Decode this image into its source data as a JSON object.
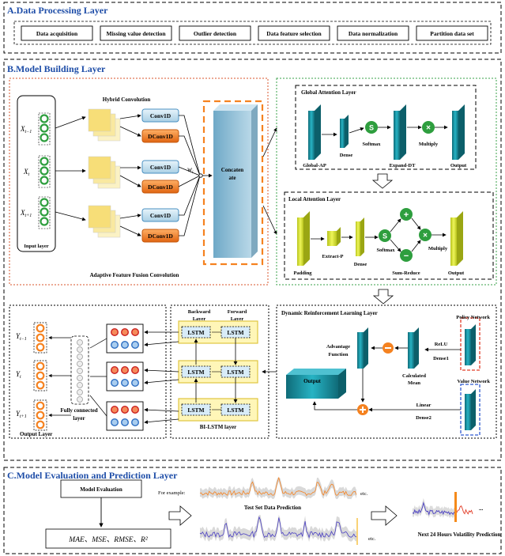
{
  "sectionA": {
    "title": "A.Data Processing Layer",
    "steps": [
      "Data acquisition",
      "Missing value detection",
      "Outlier detection",
      "Data feature selection",
      "Data normalization",
      "Partition data set"
    ]
  },
  "sectionB": {
    "title": "B.Model Building Layer",
    "input_layer": "Input layer",
    "inputs": [
      "X_{t-1}",
      "X_t",
      "X_{t+1}"
    ],
    "hybrid_conv": "Hybrid Convolution",
    "conv1d": "Conv1D",
    "dconv1d": "DConv1D",
    "weight": "w_i",
    "concat_1": "Concaten",
    "concat_2": "ate",
    "afc": "Adaptive Feature Fusion Convolution",
    "gal": {
      "title": "Global Attention Layer",
      "global_ap": "Global-AP",
      "dense": "Dense",
      "softmax": "Softmax",
      "expand": "Expand-DT",
      "multiply": "Multiply",
      "output": "Output",
      "s": "S",
      "x": "×"
    },
    "lal": {
      "title": "Local Attention Layer",
      "padding": "Padding",
      "extract": "Extract-P",
      "dense": "Dense",
      "softmax": "Softmax",
      "sum_reduce": "Sum-Reduce",
      "multiply": "Multiply",
      "output": "Output"
    },
    "drl": {
      "title": "Dynamic Reinforcement Learning Layer",
      "policy": "Policy Network",
      "value": "Value Network",
      "relu": "ReLU",
      "dense1": "Dense1",
      "linear": "Linear",
      "dense2": "Dense2",
      "advantage_1": "Advantage",
      "advantage_2": "Function",
      "calc_1": "Calculated",
      "calc_2": "Mean",
      "output": "Output"
    },
    "bilstm": {
      "backward_1": "Backward",
      "backward_2": "Layer",
      "forward_1": "Forward",
      "forward_2": "Layer",
      "cell": "LSTM",
      "label": "BI-LSTM layer"
    },
    "output_layer": "Output Layer",
    "outputs": [
      "Y_{t-1}",
      "Y_t",
      "Y_{t+1}"
    ],
    "fc_1": "Fully connected",
    "fc_2": "layer"
  },
  "sectionC": {
    "title": "C.Model Evaluation and Prediction Layer",
    "eval": "Model Evaluation",
    "metrics": "MAE、MSE、RMSE、R²",
    "example": "For example:",
    "etc": "etc.",
    "test_pred": "Test Set Data Prediction",
    "next24": "Next 24 Hours Volatility Prediction",
    "dots": "..."
  },
  "colors": {
    "title_blue": "#1f4ea8",
    "orange": "#f58220",
    "teal": "#1b9aaa",
    "yellow_green": "#d4e02a",
    "lstm_yellow": "#fff6b8",
    "green": "#2e9e3e",
    "red_node": "#e23d28",
    "blue_node": "#3d7bd9"
  }
}
